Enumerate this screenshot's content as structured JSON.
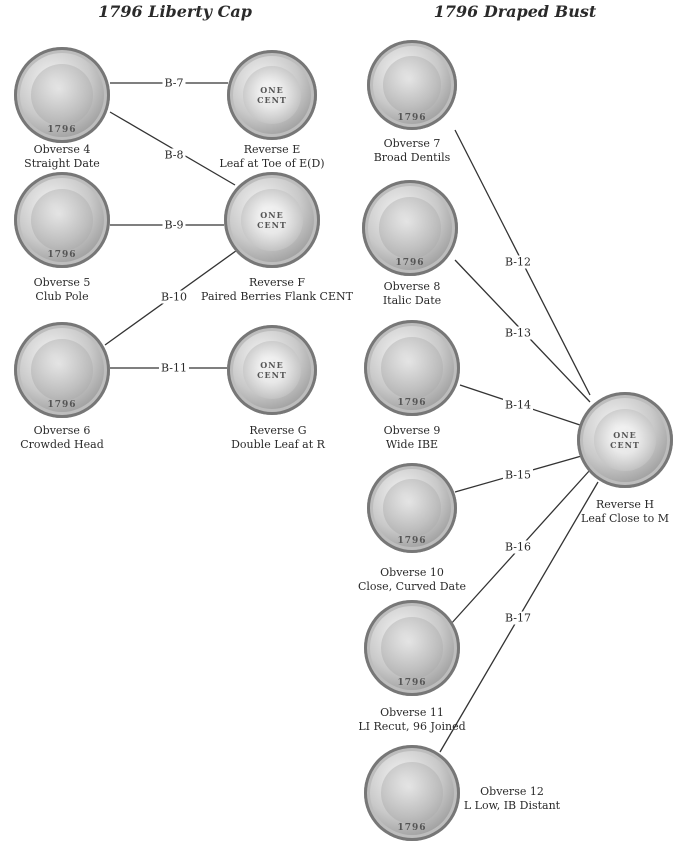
{
  "titles": {
    "liberty_cap": "1796 Liberty Cap",
    "draped_bust": "1796 Draped Bust"
  },
  "coin_text": {
    "date": "1796",
    "one_cent": "ONE CENT"
  },
  "obverses": [
    {
      "name": "Obverse 4",
      "desc": "Straight Date"
    },
    {
      "name": "Obverse 5",
      "desc": "Club Pole"
    },
    {
      "name": "Obverse 6",
      "desc": "Crowded Head"
    },
    {
      "name": "Obverse 7",
      "desc": "Broad Dentils"
    },
    {
      "name": "Obverse 8",
      "desc": "Italic Date"
    },
    {
      "name": "Obverse 9",
      "desc": "Wide IBE"
    },
    {
      "name": "Obverse 10",
      "desc": "Close, Curved Date"
    },
    {
      "name": "Obverse 11",
      "desc": "LI Recut, 96 Joined"
    },
    {
      "name": "Obverse 12",
      "desc": "L Low, IB Distant"
    }
  ],
  "reverses": [
    {
      "name": "Reverse E",
      "desc": "Leaf at Toe of E(D)"
    },
    {
      "name": "Reverse F",
      "desc": "Paired Berries Flank CENT"
    },
    {
      "name": "Reverse G",
      "desc": "Double Leaf at R"
    },
    {
      "name": "Reverse H",
      "desc": "Leaf Close to M"
    }
  ],
  "varieties": [
    "B-7",
    "B-8",
    "B-9",
    "B-10",
    "B-11",
    "B-12",
    "B-13",
    "B-14",
    "B-15",
    "B-16",
    "B-17"
  ]
}
